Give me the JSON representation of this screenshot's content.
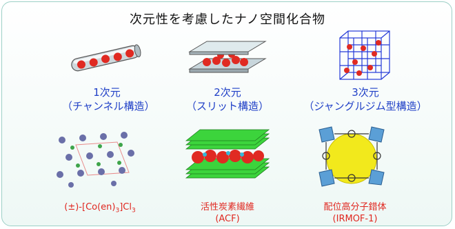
{
  "title": "次元性を考慮したナノ空間化合物",
  "top": [
    {
      "dim": "1次元",
      "type": "（チャンネル構造）"
    },
    {
      "dim": "2次元",
      "type": "（スリット構造）"
    },
    {
      "dim": "3次元",
      "type": "（ジャングルジム型構造）"
    }
  ],
  "bottom": [
    {
      "line1": "(±)-[Co(en)",
      "sub1": "3",
      "mid": "]Cl",
      "sub2": "3"
    },
    {
      "line1": "活性炭素繊維",
      "line2": "(ACF)"
    },
    {
      "line1": "配位高分子錯体",
      "line2": "(IRMOF-1)"
    }
  ]
}
